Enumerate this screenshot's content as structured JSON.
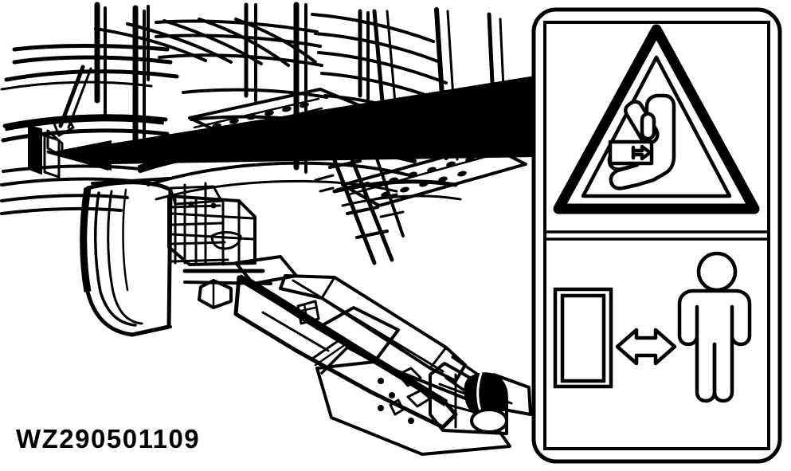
{
  "document": {
    "type": "technical-line-illustration",
    "title": "Safety decal placement diagram",
    "background_color": "#ffffff",
    "line_color": "#000000"
  },
  "part_number": {
    "label": "WZ290501109"
  },
  "machine": {
    "name": "machine-illustration",
    "description": "Line drawing of machine front end: fender, access steps, ladder, frame and drawbar with tow hitch",
    "components": [
      "tank-shell-outline",
      "guard-rail-posts",
      "perforated-access-step",
      "ladder",
      "front-fender",
      "chassis-frame",
      "hydraulic-cylinder",
      "drawbar",
      "hitch-tow-ball"
    ]
  },
  "callout": {
    "name": "callout-arrow",
    "description": "Tapered black arrow pointing from decal panel to decal location on machine",
    "direction": "left",
    "color": "#000000"
  },
  "decal": {
    "name": "safety-decal-panel",
    "shape": "rounded-rectangle",
    "panels": [
      {
        "id": "warning-panel",
        "pictogram": "hand-crush-hazard",
        "shape": "warning-triangle",
        "description": "Equilateral warning triangle containing an outlined hand with a moving bar pressing into it",
        "elements": [
          "warning-triangle-outline",
          "hand-outline",
          "moving-bar",
          "bar-arrow-right"
        ]
      },
      {
        "id": "keep-distance-panel",
        "pictogram": "keep-clear-distance",
        "description": "Machine element at left, double headed arrow in centre, standing person at right",
        "elements": [
          "machine-element-rectangle",
          "double-headed-arrow",
          "person-figure"
        ]
      }
    ]
  }
}
